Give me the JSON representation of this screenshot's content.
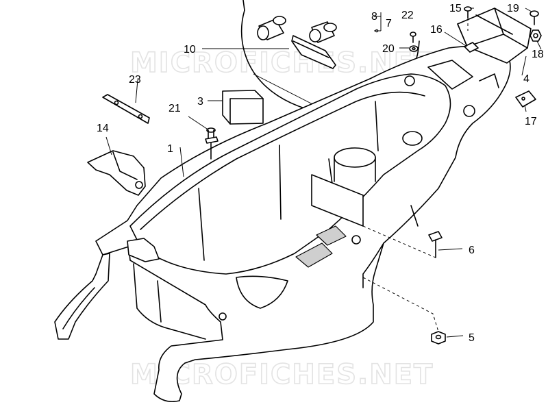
{
  "watermark": {
    "text": "MICROFICHES.NET"
  },
  "callouts": {
    "c1": "1",
    "c3": "3",
    "c4": "4",
    "c5": "5",
    "c6": "6",
    "c7": "7",
    "c8": "8",
    "c10": "10",
    "c14": "14",
    "c15": "15",
    "c16": "16",
    "c17": "17",
    "c18": "18",
    "c19": "19",
    "c20": "20",
    "c21": "21",
    "c22": "22",
    "c23": "23"
  }
}
